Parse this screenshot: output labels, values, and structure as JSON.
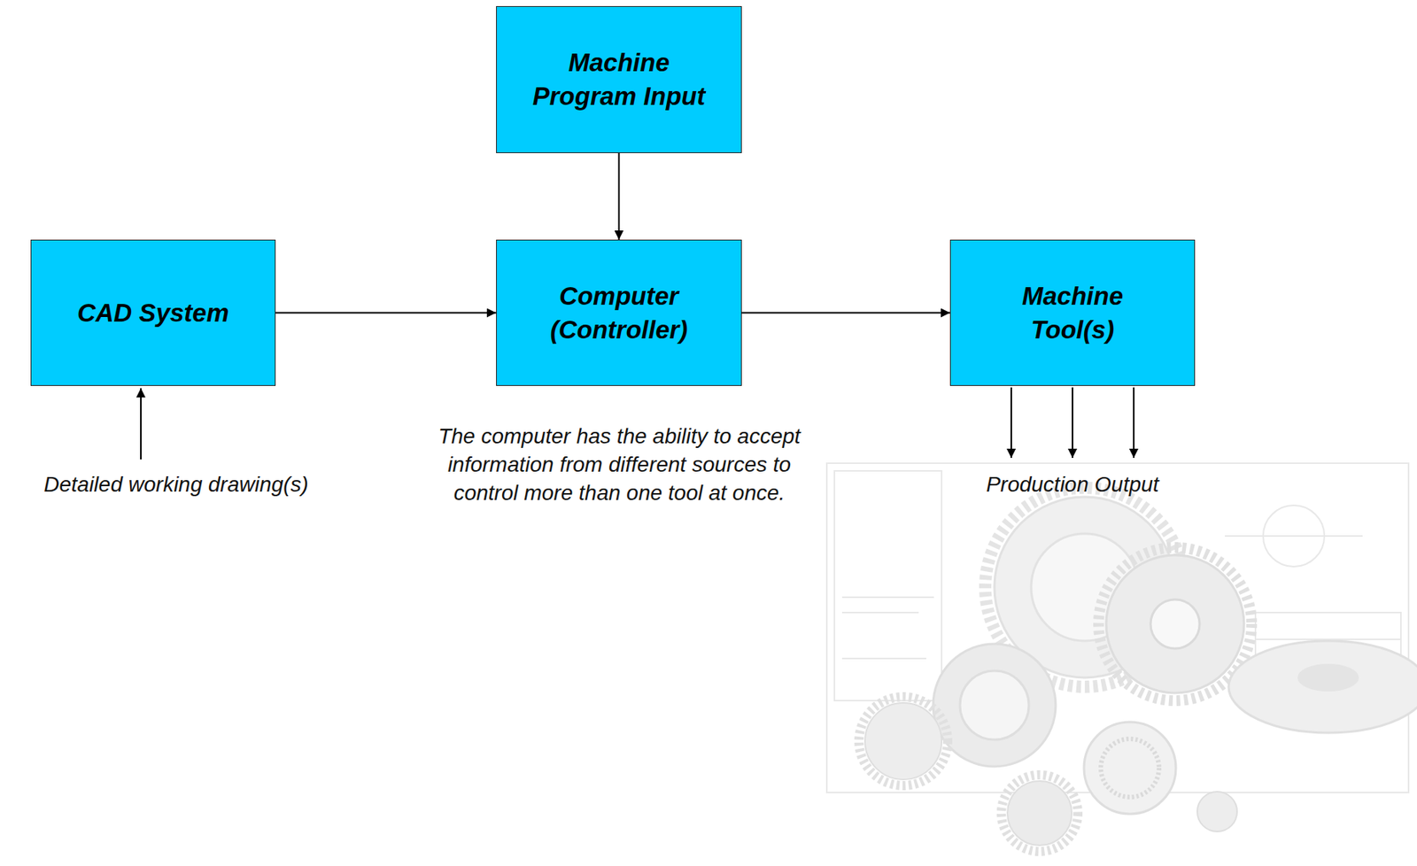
{
  "diagram": {
    "nodes": [
      {
        "text": [
          "Machine Program Input"
        ]
      },
      {
        "text": [
          "CAD System"
        ]
      },
      {
        "text": [
          "Computer (Controller)"
        ]
      },
      {
        "text": [
          "Machine Tool(s)"
        ]
      }
    ],
    "edges": [
      {
        "from": 0,
        "to": 2,
        "arrow": "to"
      },
      {
        "from": 1,
        "to": 2,
        "arrow": "to"
      },
      {
        "from": 2,
        "to": 3,
        "arrow": "to"
      }
    ],
    "labels": [
      "Detailed working drawing(s)",
      "The computer has the ability to accept information from different sources to control more than one tool at once.",
      "Production Output"
    ]
  }
}
